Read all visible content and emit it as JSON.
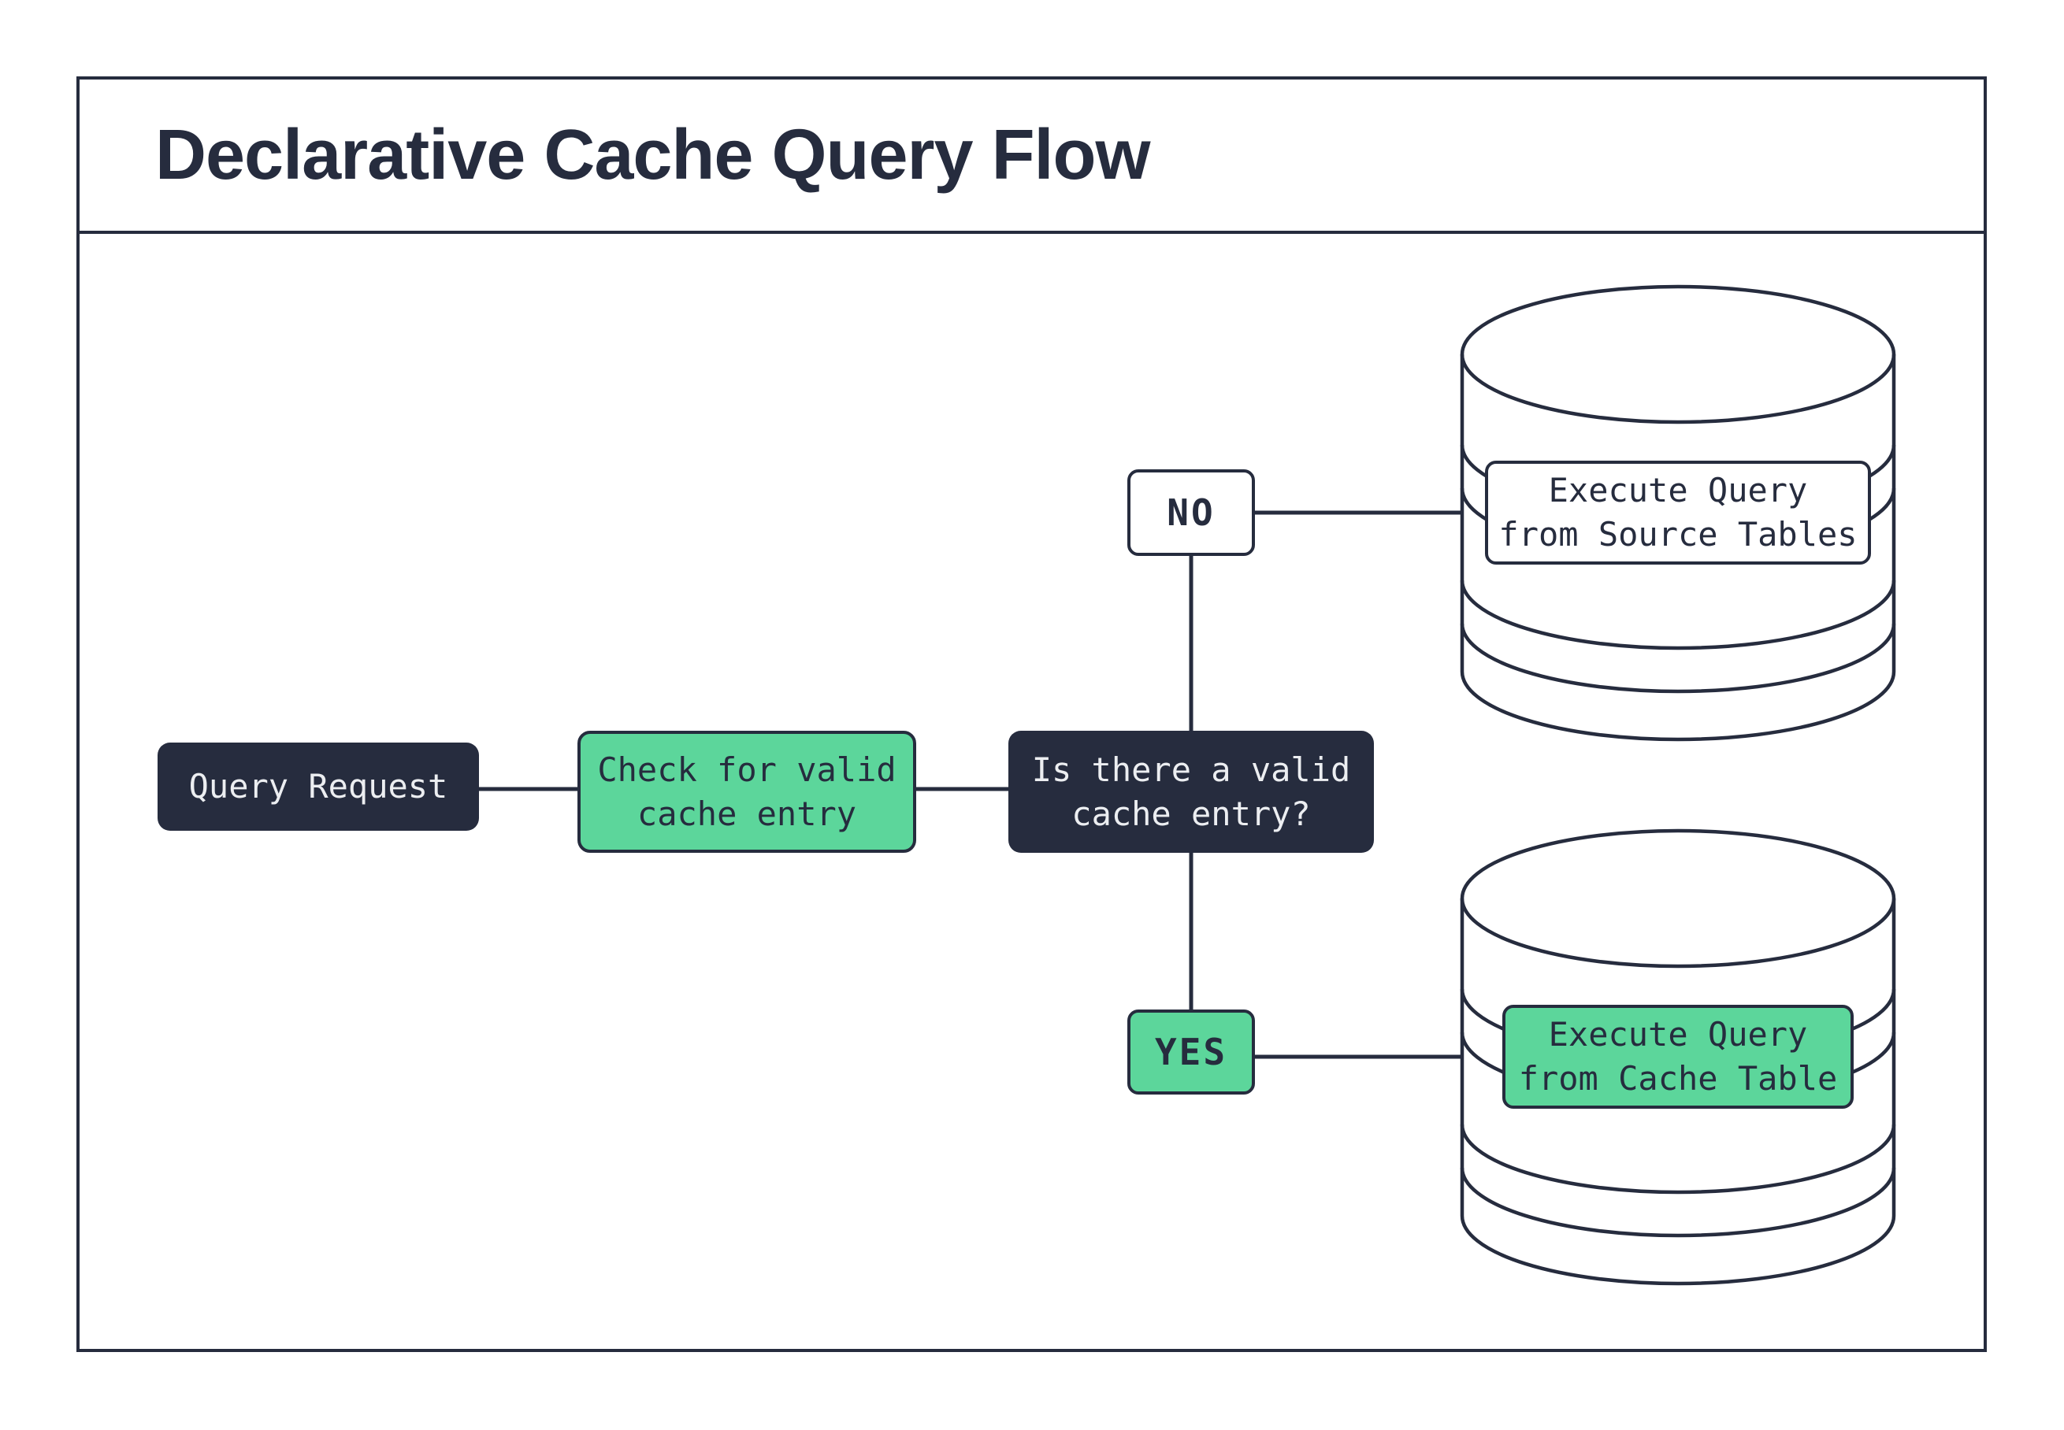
{
  "title": "Declarative Cache Query Flow",
  "flow": {
    "query_request": "Query Request",
    "check_cache_line1": "Check for valid",
    "check_cache_line2": "cache entry",
    "decision_line1": "Is there a valid",
    "decision_line2": "cache entry?",
    "no_label": "NO",
    "yes_label": "YES",
    "source_db_line1": "Execute Query",
    "source_db_line2": "from Source Tables",
    "cache_db_line1": "Execute Query",
    "cache_db_line2": "from Cache Table"
  },
  "colors": {
    "ink": "#262c3e",
    "green": "#5cd69b",
    "light_text": "#eceef1",
    "paper": "#ffffff"
  }
}
